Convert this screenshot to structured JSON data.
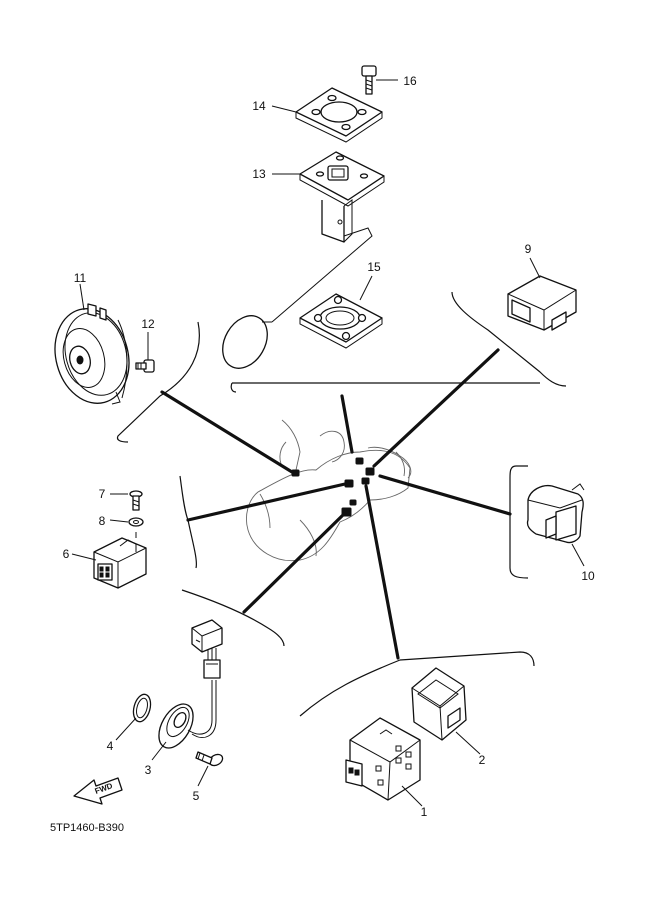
{
  "diagram_code": "5TP1460-B390",
  "fwd_label": "FWD",
  "parts": [
    {
      "number": "1"
    },
    {
      "number": "2"
    },
    {
      "number": "3"
    },
    {
      "number": "4"
    },
    {
      "number": "5"
    },
    {
      "number": "6"
    },
    {
      "number": "7"
    },
    {
      "number": "8"
    },
    {
      "number": "9"
    },
    {
      "number": "10"
    },
    {
      "number": "11"
    },
    {
      "number": "12"
    },
    {
      "number": "13"
    },
    {
      "number": "14"
    },
    {
      "number": "15"
    },
    {
      "number": "16"
    }
  ]
}
